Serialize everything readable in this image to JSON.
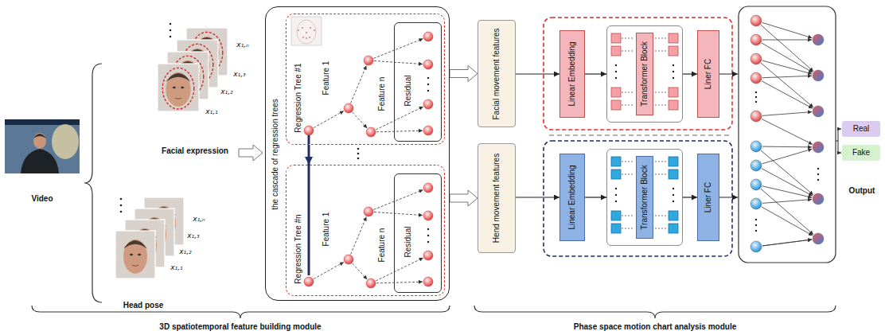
{
  "diagram": {
    "nodes": [
      {
        "text": [
          "Video"
        ]
      },
      {
        "text": [
          "Facial expression"
        ]
      },
      {
        "text": [
          "Head pose"
        ]
      },
      {
        "text": [
          "the cascade of regression trees"
        ]
      },
      {
        "text": [
          "Regression Tree #1",
          "Feature 1",
          "Feature n"
        ],
        "in": 3
      },
      {
        "text": [
          "Residual"
        ],
        "in": 4
      },
      {
        "text": [
          "Regression Tree #n",
          "Feature 1",
          "Feature n"
        ],
        "in": 3
      },
      {
        "text": [
          "Residual"
        ],
        "in": 6
      },
      {
        "text": [
          "Facial movement features"
        ]
      },
      {
        "text": [
          "Hend movement features"
        ]
      },
      {
        "text": [
          "Linear Embedding"
        ]
      },
      {
        "text": [
          "Transformer Block"
        ]
      },
      {
        "text": [
          "Liner FC"
        ]
      },
      {
        "text": [
          "Linear Embedding"
        ]
      },
      {
        "text": [
          "Transformer Block"
        ]
      },
      {
        "text": [
          "Liner FC"
        ]
      },
      {
        "text": [
          "Real"
        ]
      },
      {
        "text": [
          "Fake"
        ]
      }
    ],
    "edges": [
      {
        "from": 3,
        "to": 8,
        "arrow": "to"
      },
      {
        "from": 3,
        "to": 9,
        "arrow": "to"
      },
      {
        "from": 4,
        "to": 6,
        "arrow": "to"
      },
      {
        "from": 8,
        "to": 10,
        "arrow": "to"
      },
      {
        "from": 10,
        "to": 11,
        "arrow": "to"
      },
      {
        "from": 11,
        "to": 12,
        "arrow": "to"
      },
      {
        "from": 9,
        "to": 13,
        "arrow": "to"
      },
      {
        "from": 13,
        "to": 14,
        "arrow": "to"
      },
      {
        "from": 14,
        "to": 15,
        "arrow": "to"
      }
    ],
    "labels": [
      "x₁,ₙ",
      "x₁,₃",
      "x₁,₂",
      "x₁,₁",
      "x₁,ₙ",
      "x₁,₃",
      "x₁,₂",
      "x₁,₁",
      "Output",
      "3D spatiotemporal feature building module",
      "Phase space motion chart analysis module"
    ]
  }
}
